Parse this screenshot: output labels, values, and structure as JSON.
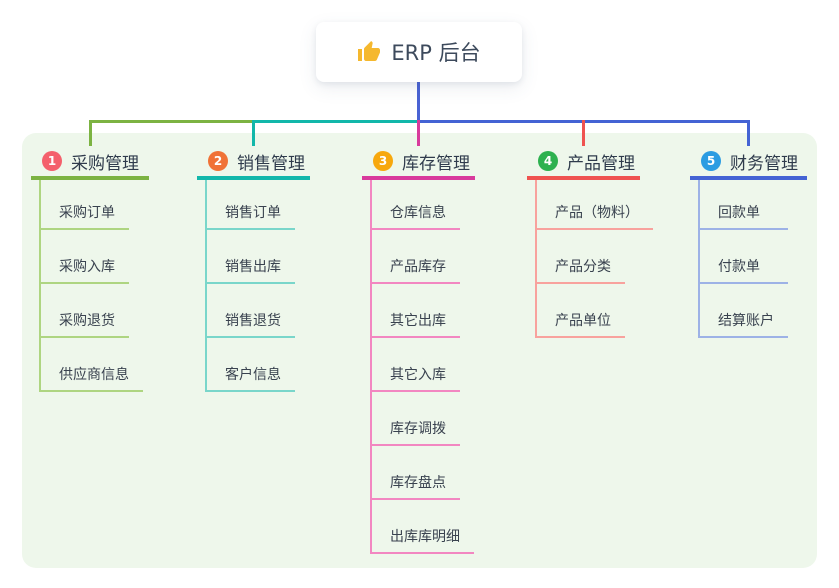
{
  "root": {
    "label": "ERP 后台",
    "icon": "thumbs-up-icon",
    "icon_color": "#f5b82e",
    "text_color": "#3d4a5c",
    "card_bg": "#ffffff"
  },
  "panel_bg": "#eef7eb",
  "connector_color": "#4a63d4",
  "branches": [
    {
      "num": "1",
      "label": "采购管理",
      "badge_color": "#f4606c",
      "line_color": "#7cb342",
      "child_line_color": "#aed581",
      "children": [
        "采购订单",
        "采购入库",
        "采购退货",
        "供应商信息"
      ]
    },
    {
      "num": "2",
      "label": "销售管理",
      "badge_color": "#f07236",
      "line_color": "#12b7aa",
      "child_line_color": "#79d6ca",
      "children": [
        "销售订单",
        "销售出库",
        "销售退货",
        "客户信息"
      ]
    },
    {
      "num": "3",
      "label": "库存管理",
      "badge_color": "#f7a80d",
      "line_color": "#d83a9c",
      "child_line_color": "#f287c1",
      "children": [
        "仓库信息",
        "产品库存",
        "其它出库",
        "其它入库",
        "库存调拨",
        "库存盘点",
        "出库库明细"
      ]
    },
    {
      "num": "4",
      "label": "产品管理",
      "badge_color": "#2db14f",
      "line_color": "#ef5350",
      "child_line_color": "#f8a29d",
      "children": [
        "产品（物料）",
        "产品分类",
        "产品单位"
      ]
    },
    {
      "num": "5",
      "label": "财务管理",
      "badge_color": "#2b9ce2",
      "line_color": "#4463d4",
      "child_line_color": "#9db2e6",
      "children": [
        "回款单",
        "付款单",
        "结算账户"
      ]
    }
  ]
}
